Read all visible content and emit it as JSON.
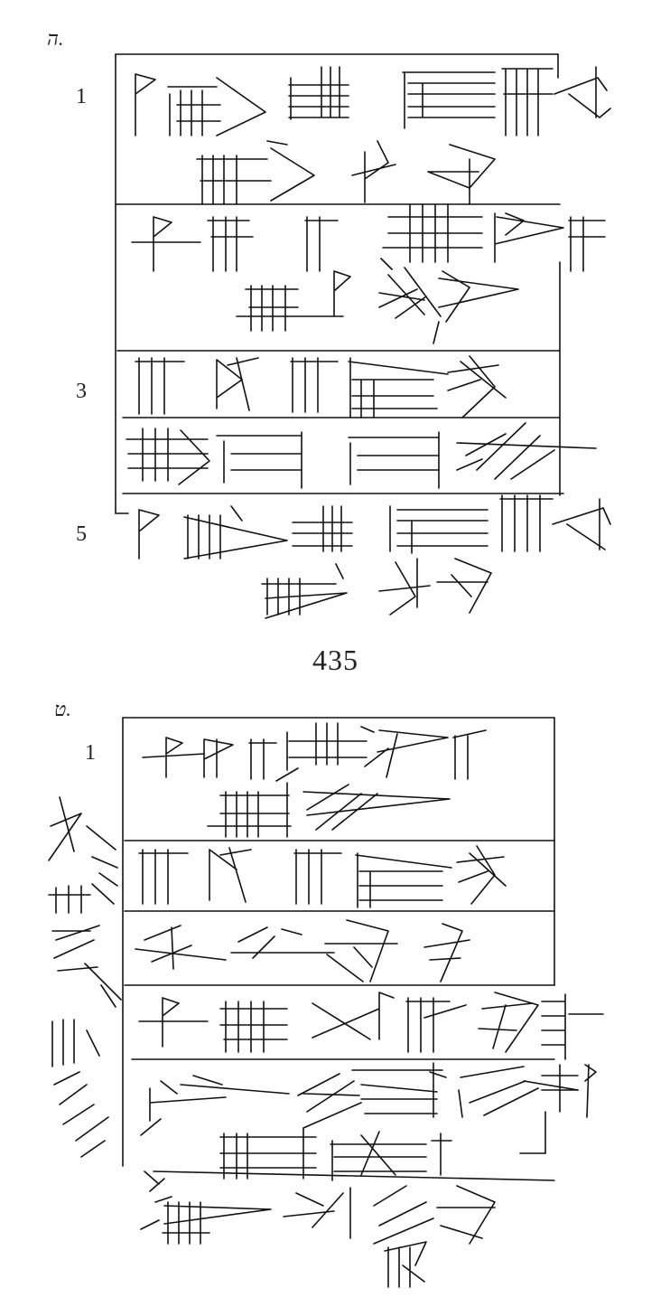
{
  "plate": {
    "number": "435"
  },
  "obverse": {
    "side_label": "ה.",
    "line_numbers": [
      "1",
      "3",
      "5"
    ]
  },
  "reverse": {
    "side_label": "ט.",
    "line_numbers": [
      "1"
    ]
  }
}
